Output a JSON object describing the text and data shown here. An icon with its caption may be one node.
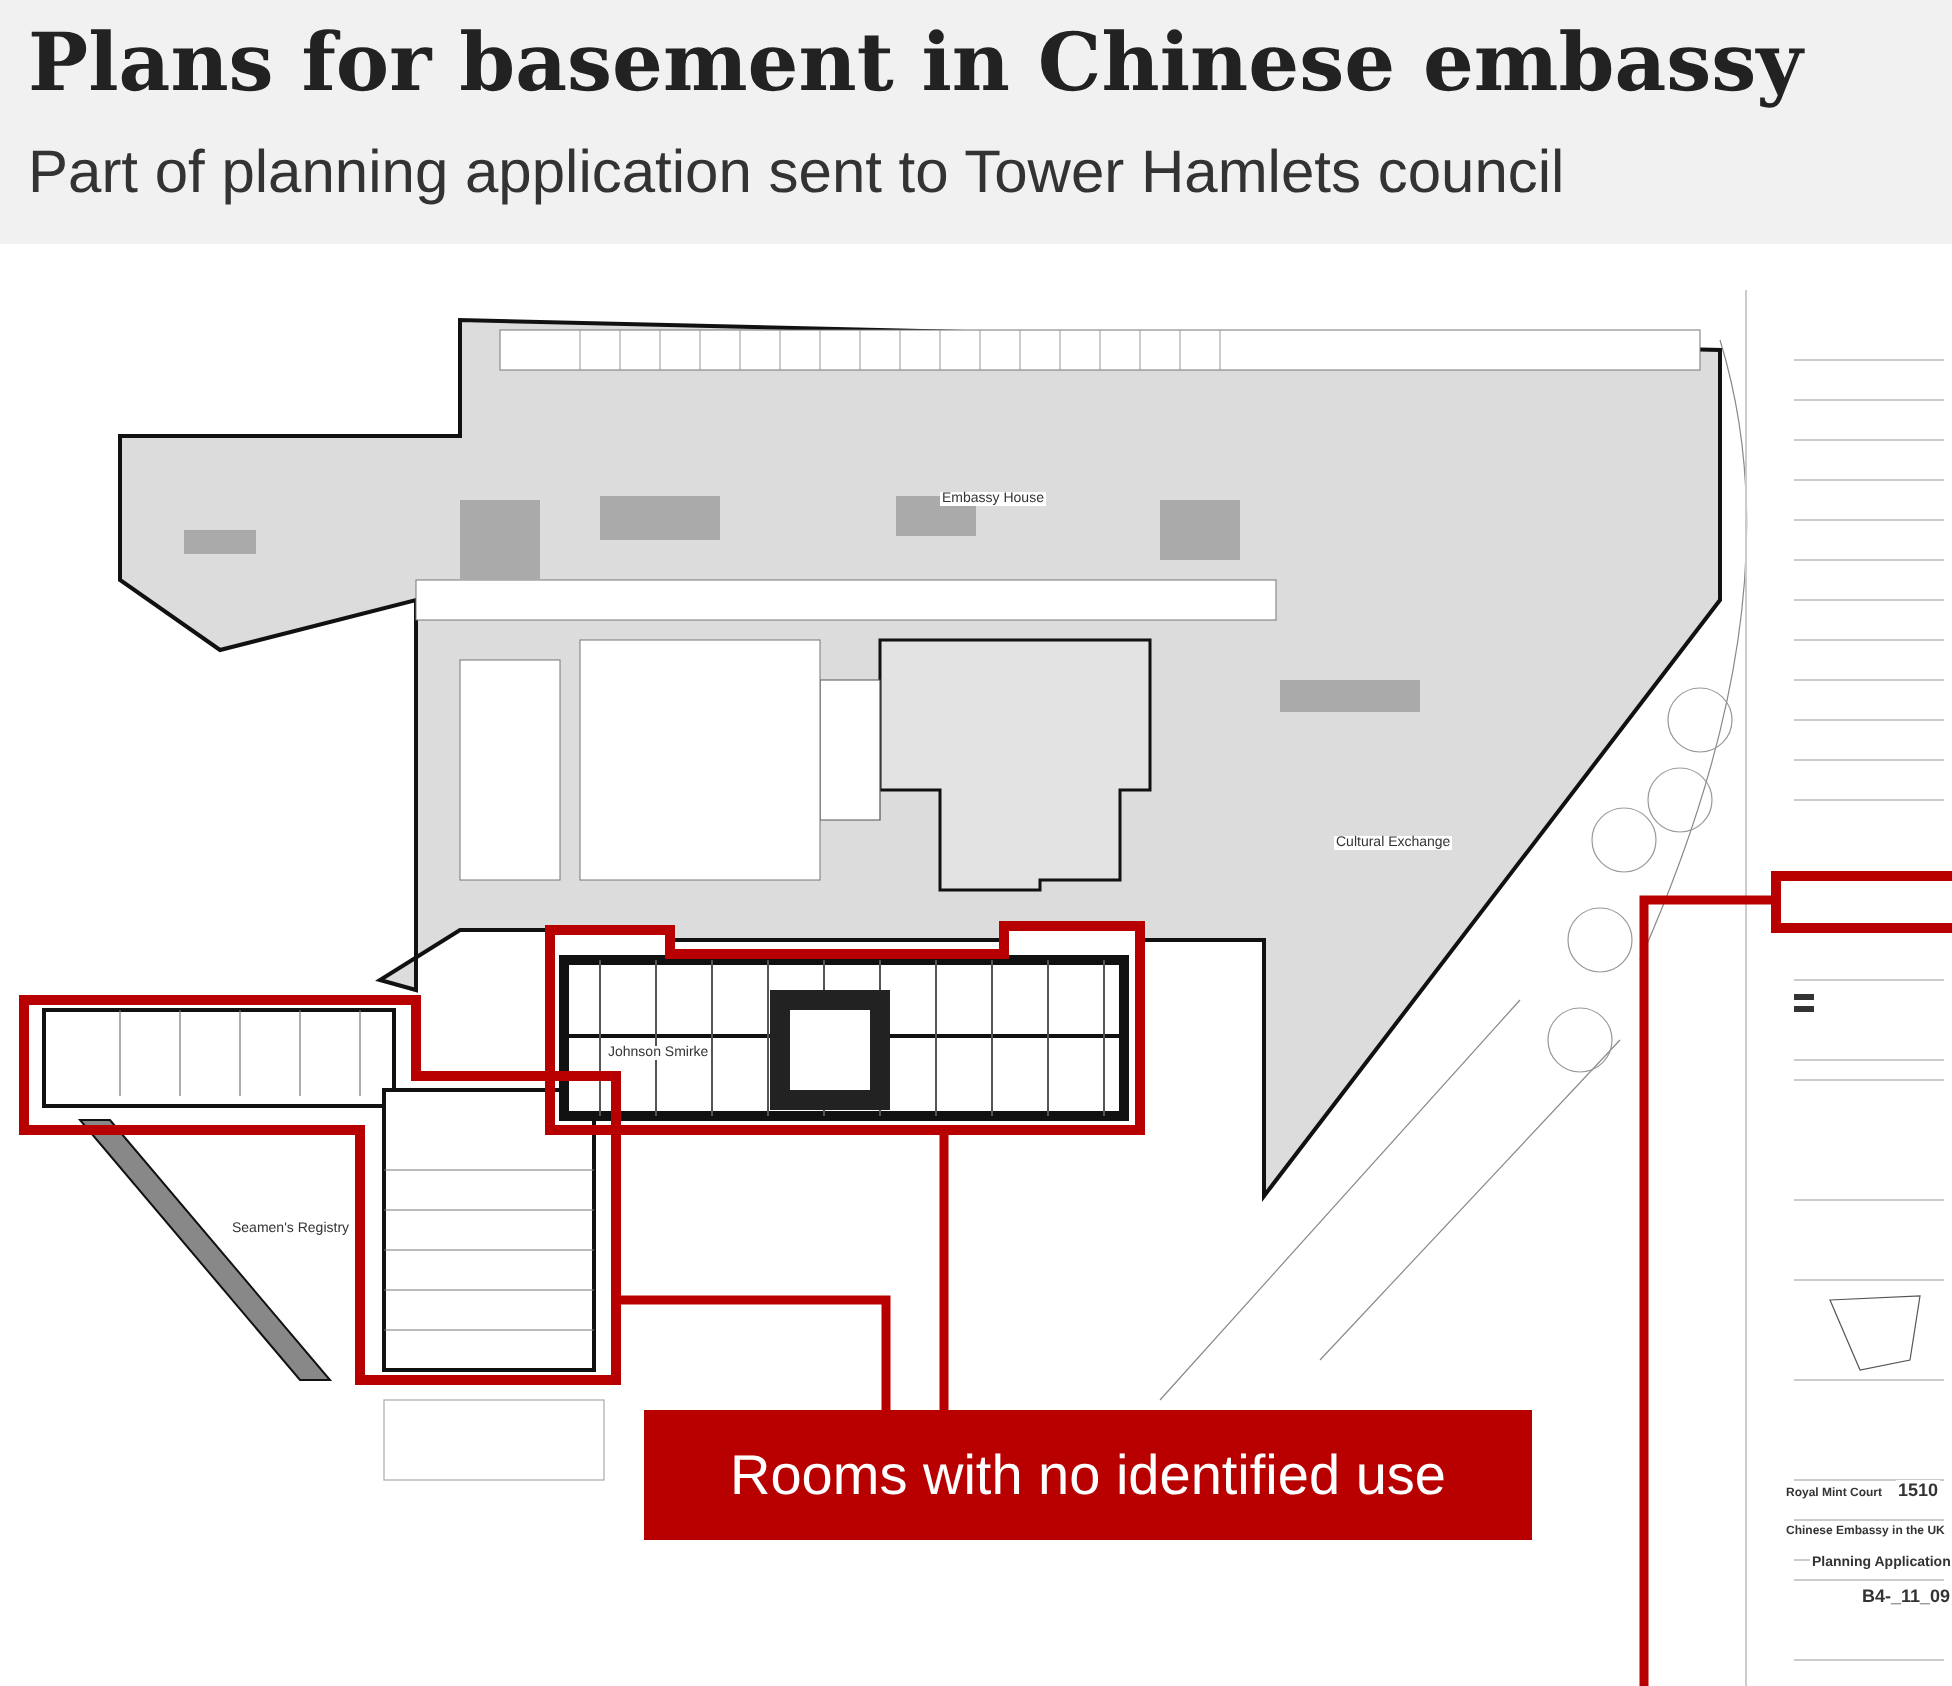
{
  "diagram": {
    "title": "Plans for basement in Chinese embassy",
    "caption": "Part of planning application sent to Tower Hamlets council",
    "nodes": [
      {
        "text": [
          "Rooms with no identified use"
        ]
      },
      {
        "text": [],
        "shape": "box"
      },
      {
        "text": [],
        "shape": "box"
      },
      {
        "text": [],
        "shape": "box"
      }
    ],
    "edges": [
      {
        "from": 0,
        "to": 1,
        "arrow": "none"
      },
      {
        "from": 0,
        "to": 2,
        "arrow": "none"
      },
      {
        "from": 3,
        "to": null,
        "arrow": "none"
      }
    ],
    "labels": [
      "Embassy House",
      "Cultural Exchange",
      "Johnson Smirke",
      "Seamen's Registry",
      "Royal Mint Court",
      "1510",
      "Chinese Embassy in the UK",
      "Planning Application",
      "B4-_11_09"
    ]
  }
}
